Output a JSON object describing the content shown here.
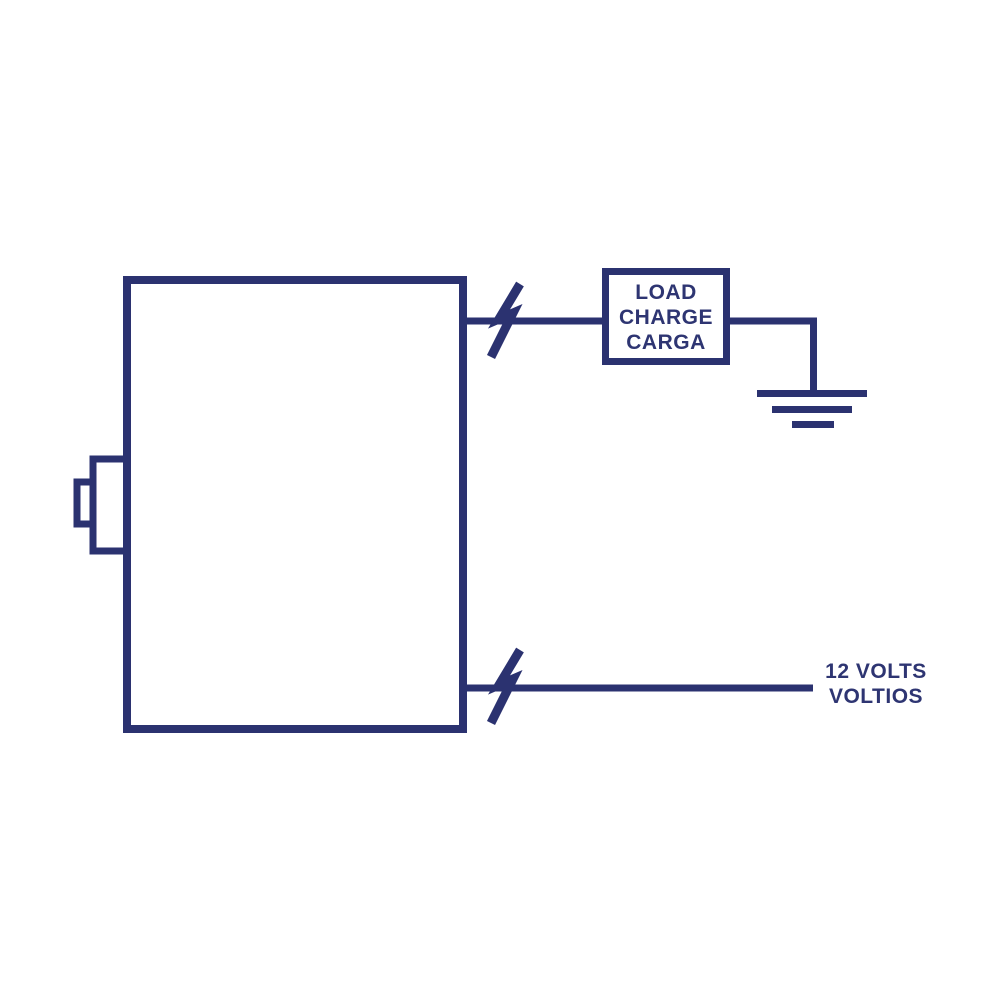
{
  "colors": {
    "line": "#2b3270",
    "background": "#ffffff",
    "text": "#2e3572"
  },
  "diagram": {
    "load_box": {
      "line1": "LOAD",
      "line2": "CHARGE",
      "line3": "CARGA"
    },
    "supply_label": {
      "line1": "12 VOLTS",
      "line2": "VOLTIOS"
    }
  }
}
